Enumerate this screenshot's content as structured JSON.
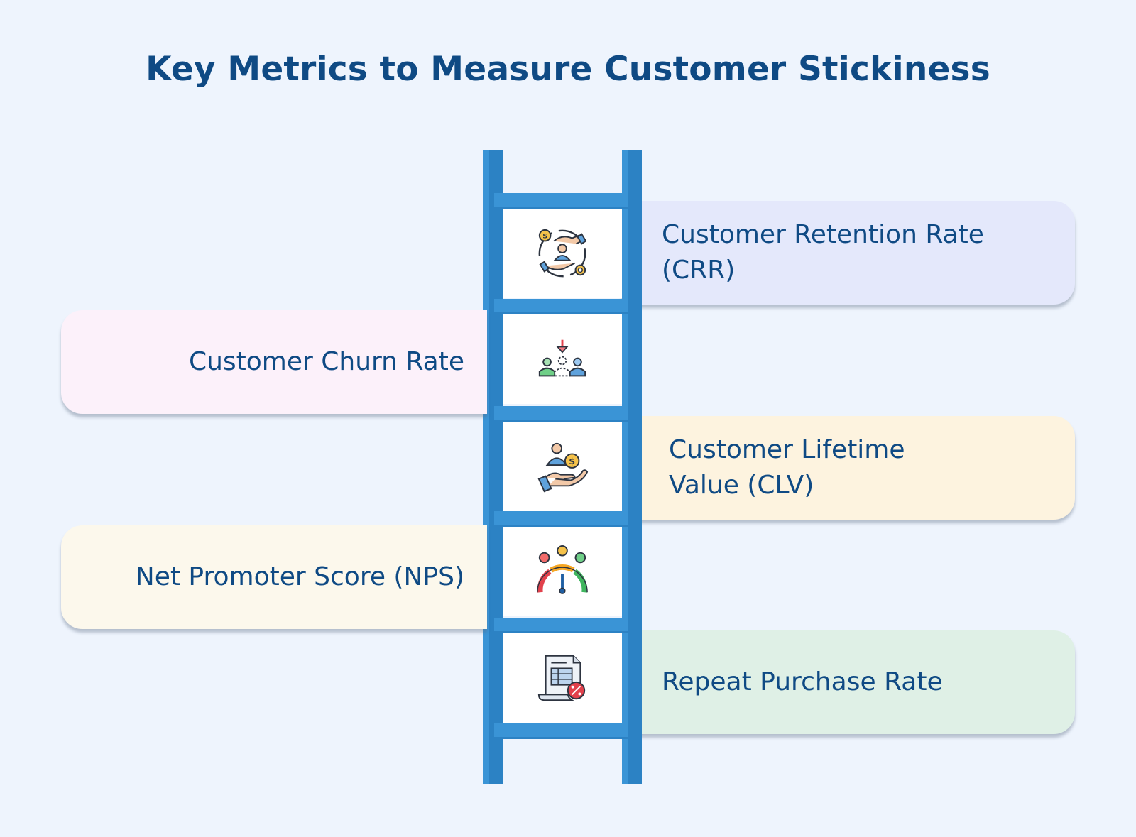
{
  "title": "Key Metrics to Measure Customer Stickiness",
  "metrics": [
    {
      "label_line1": "Customer Retention Rate",
      "label_line2": "(CRR)",
      "side": "right",
      "bg": "#e4e8fb",
      "icon": "hands-retention-icon"
    },
    {
      "label_line1": "Customer Churn Rate",
      "label_line2": "",
      "side": "left",
      "bg": "#fcf1fa",
      "icon": "churn-people-icon"
    },
    {
      "label_line1": "Customer Lifetime",
      "label_line2": "Value (CLV)",
      "side": "right",
      "bg": "#fdf3df",
      "icon": "hand-coin-person-icon"
    },
    {
      "label_line1": "Net Promoter Score (NPS)",
      "label_line2": "",
      "side": "left",
      "bg": "#fcf8ec",
      "icon": "satisfaction-gauge-icon"
    },
    {
      "label_line1": "Repeat Purchase Rate",
      "label_line2": "",
      "side": "right",
      "bg": "#dff0e6",
      "icon": "receipt-percent-icon"
    }
  ],
  "colors": {
    "title": "#0f4a84",
    "text": "#0f4a84",
    "ladder": "#2c82c4",
    "ladder_light": "#3a94d6",
    "background": "#eef4fd"
  }
}
